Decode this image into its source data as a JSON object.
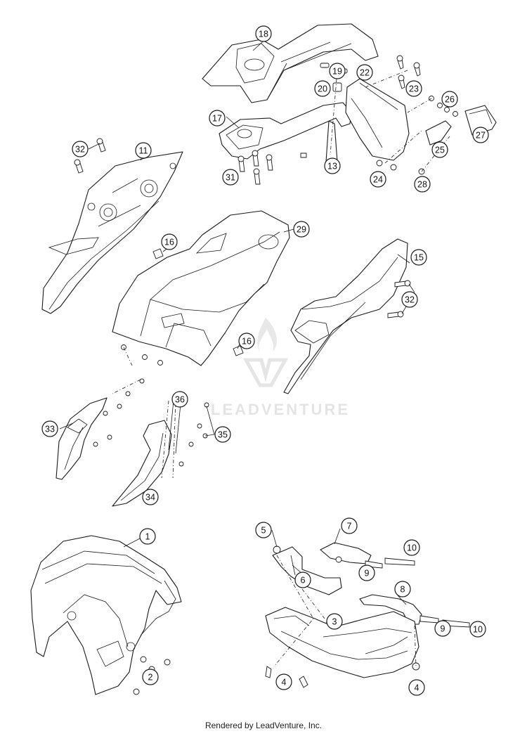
{
  "callouts": [
    {
      "id": "1",
      "label": "1"
    },
    {
      "id": "2",
      "label": "2"
    },
    {
      "id": "3",
      "label": "3"
    },
    {
      "id": "4a",
      "label": "4"
    },
    {
      "id": "4b",
      "label": "4"
    },
    {
      "id": "5",
      "label": "5"
    },
    {
      "id": "6",
      "label": "6"
    },
    {
      "id": "7",
      "label": "7"
    },
    {
      "id": "8",
      "label": "8"
    },
    {
      "id": "9a",
      "label": "9"
    },
    {
      "id": "9b",
      "label": "9"
    },
    {
      "id": "10a",
      "label": "10"
    },
    {
      "id": "10b",
      "label": "10"
    },
    {
      "id": "11",
      "label": "11"
    },
    {
      "id": "13",
      "label": "13"
    },
    {
      "id": "15",
      "label": "15"
    },
    {
      "id": "16a",
      "label": "16"
    },
    {
      "id": "16b",
      "label": "16"
    },
    {
      "id": "17",
      "label": "17"
    },
    {
      "id": "18",
      "label": "18"
    },
    {
      "id": "19",
      "label": "19"
    },
    {
      "id": "20",
      "label": "20"
    },
    {
      "id": "22",
      "label": "22"
    },
    {
      "id": "23",
      "label": "23"
    },
    {
      "id": "24",
      "label": "24"
    },
    {
      "id": "25",
      "label": "25"
    },
    {
      "id": "26",
      "label": "26"
    },
    {
      "id": "27",
      "label": "27"
    },
    {
      "id": "28",
      "label": "28"
    },
    {
      "id": "29",
      "label": "29"
    },
    {
      "id": "31",
      "label": "31"
    },
    {
      "id": "32a",
      "label": "32"
    },
    {
      "id": "32b",
      "label": "32"
    },
    {
      "id": "33",
      "label": "33"
    },
    {
      "id": "34",
      "label": "34"
    },
    {
      "id": "35",
      "label": "35"
    },
    {
      "id": "36",
      "label": "36"
    }
  ],
  "watermark": {
    "brand": "LEADVENTURE"
  },
  "footer": {
    "text": "Rendered by LeadVenture, Inc."
  }
}
